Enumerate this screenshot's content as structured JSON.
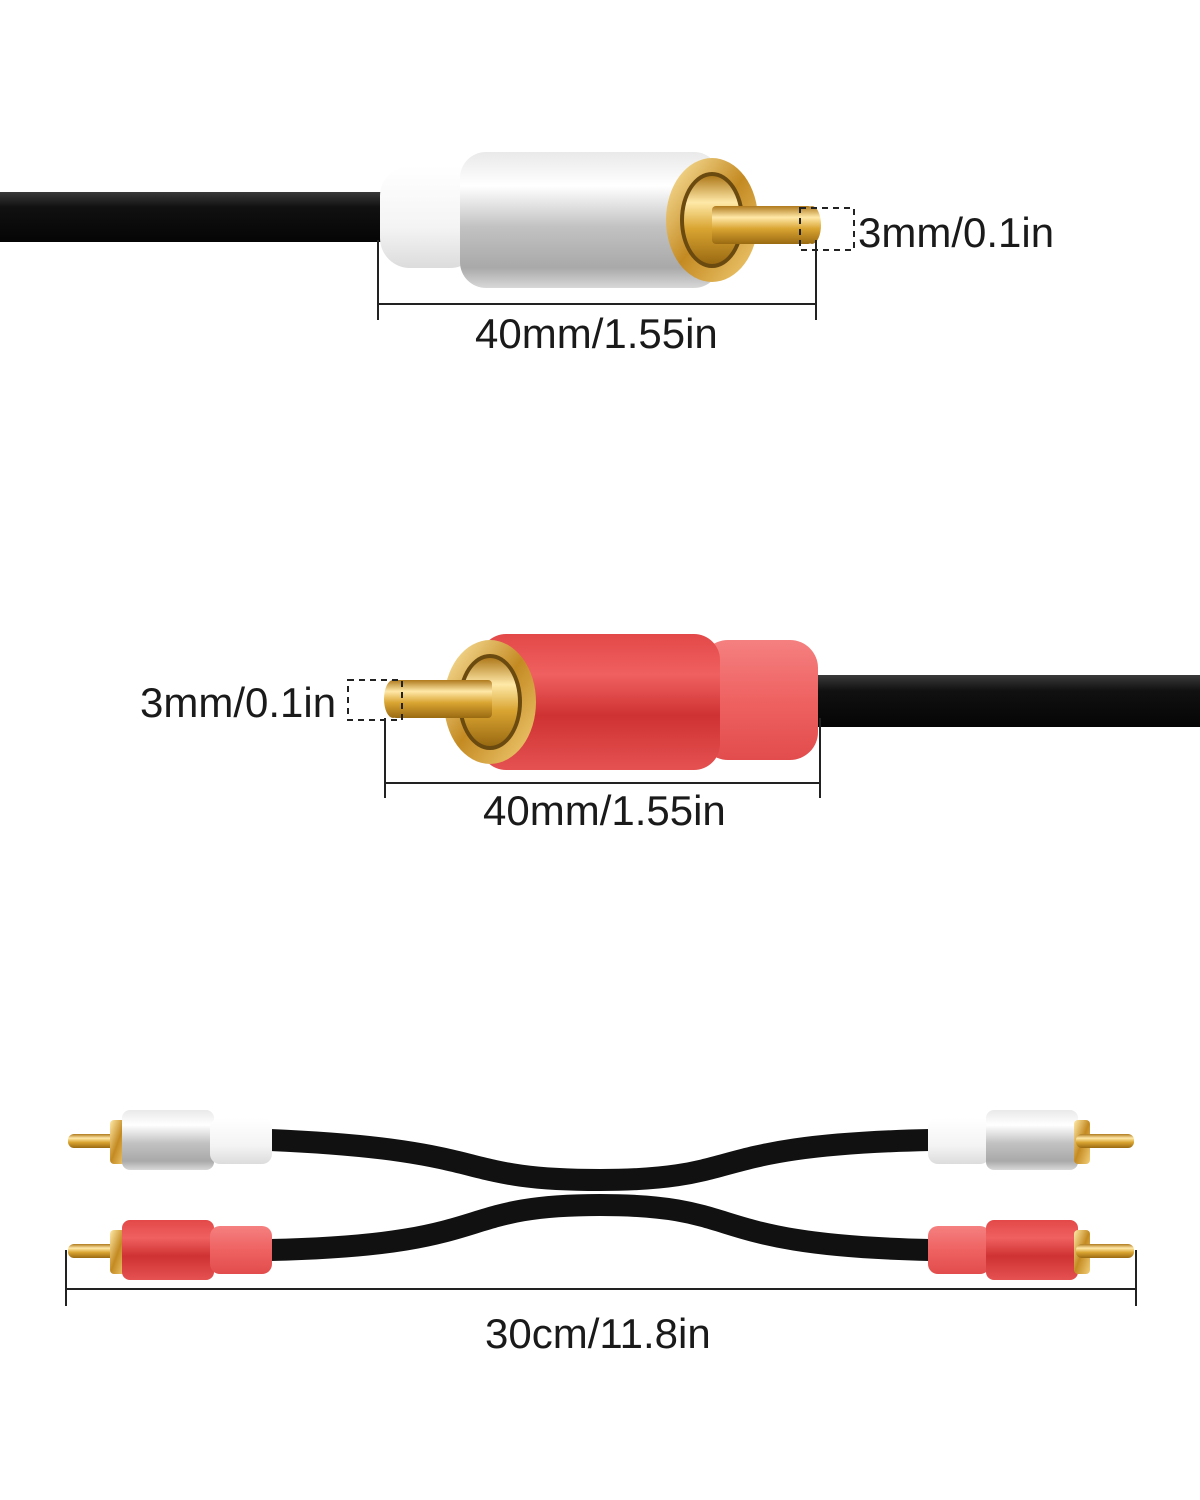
{
  "top_connector": {
    "color": "white",
    "cable_color": "#111111",
    "boot_color": "#f3f3f3",
    "housing_color": "#c9c9c9",
    "pin_color": "#d9a431",
    "tip_dimension": "3mm/0.1in",
    "length_dimension": "40mm/1.55in"
  },
  "middle_connector": {
    "color": "red",
    "cable_color": "#111111",
    "boot_color": "#f06a6a",
    "housing_color": "#d93a3a",
    "pin_color": "#d9a431",
    "tip_dimension": "3mm/0.1in",
    "length_dimension": "40mm/1.55in"
  },
  "full_cable": {
    "total_length": "30cm/11.8in",
    "connectors": [
      "white",
      "white",
      "red",
      "red"
    ]
  }
}
